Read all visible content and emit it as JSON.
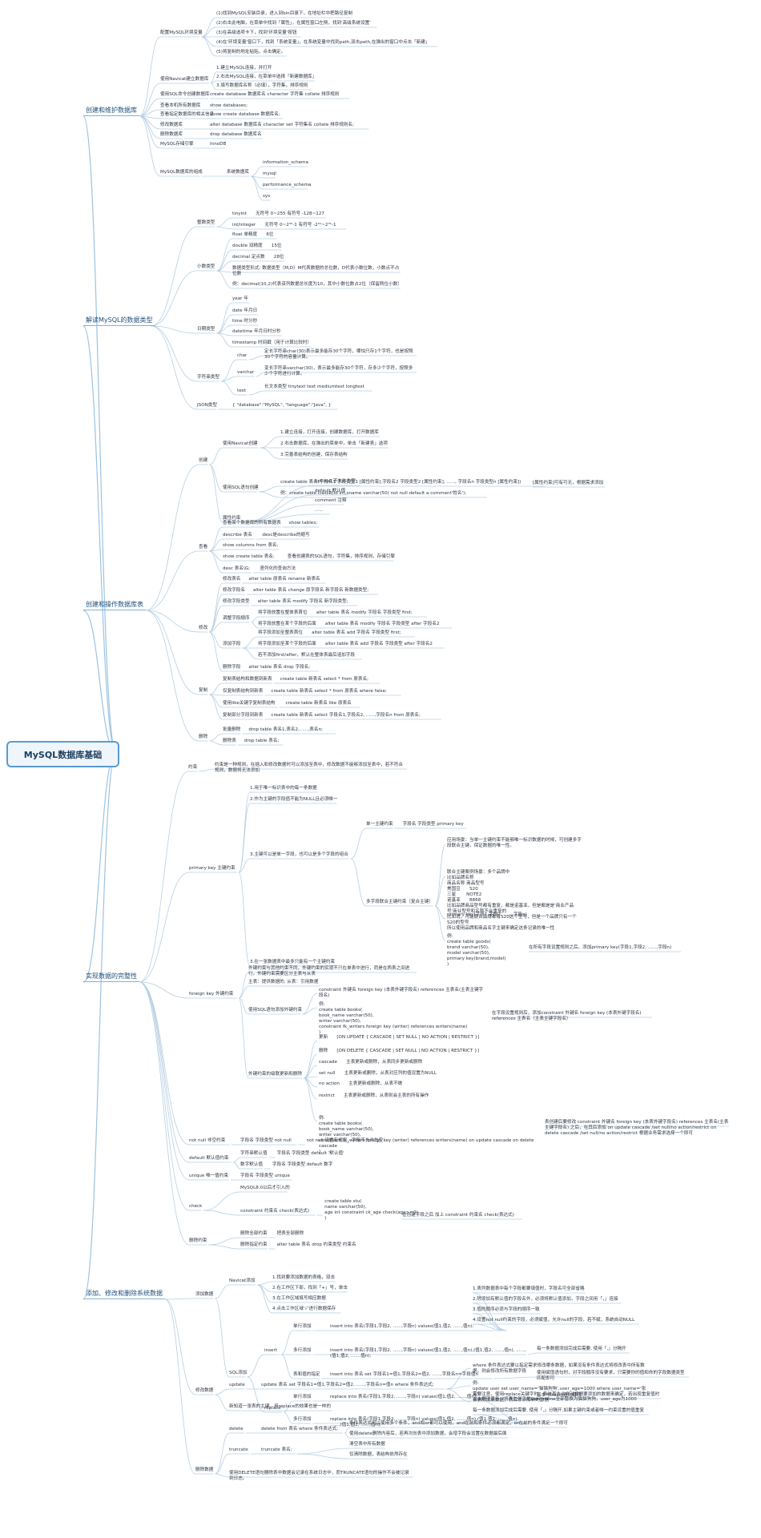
{
  "root": "MySQL数据库基础",
  "sections": [
    {
      "title": "创建和维护数据库",
      "items": [
        {
          "label": "配置MySQL环境变量",
          "children": [
            "(1)找到MySQL安装目录，进入到bin目录下，在地址栏中把路径复制",
            "(2)右击此电脑，在菜单中找到「属性」，在属性窗口左侧，找到'高级系统设置'",
            "(3)在高级选项卡下，找到'环境变量'按钮",
            "(4)在'环境变量'窗口下，找到「系统变量」，在系统变量中找到path,双击path,在弹出的窗口中点击「新建」",
            "(5)将复制的地址粘贴，点击确定。"
          ]
        },
        {
          "label": "使用Navicat建立数据库",
          "children": [
            "1.建立MySQL连接，并打开",
            "2.右击MySQL连接，在菜单中选择「新建数据库」",
            "3.填写数据库名称（必填），字符集，排序规则"
          ]
        },
        {
          "label": "使用SQL命令创建数据库",
          "value": "create database 数据库名 character 字符集 collate 排序规则"
        },
        {
          "label": "查看本机所有数据库",
          "value": "show databases;"
        },
        {
          "label": "查看指定数据库的相关信息",
          "value": "show create database 数据库名;"
        },
        {
          "label": "修改数据库",
          "value": "alter database 数据库名 character set 字符集名 collate 排序规则名;"
        },
        {
          "label": "删除数据库",
          "value": "drop database 数据库名"
        },
        {
          "label": "MySQL存储引擎",
          "value": "InnoDB"
        },
        {
          "label": "MySQL数据库的组成",
          "sub": "系统数据库",
          "children": [
            "information_schema",
            "mysql",
            "performance_schema",
            "sys"
          ]
        }
      ]
    },
    {
      "title": "解读MySQL的数据类型",
      "groups": [
        {
          "label": "整数类型",
          "children": [
            "tinyint　　无符号 0~255 有符号 -128~127",
            "int/integer　　无符号 0~2³²-1 有符号 -2³¹~2³¹-1"
          ]
        },
        {
          "label": "小数类型",
          "children": [
            "float 单精度　　6位",
            "double 双精度　　15位",
            "decimal 定点数　　28位",
            "数据类型形式: 数据类型（M,D）M代表数据的总位数，D代表小数位数，小数点不占位数",
            "例：decimal(10,2)代表该列数据总长度为10，其中小数位数占2位（保留两位小数）"
          ]
        },
        {
          "label": "日期类型",
          "children": [
            "year 年",
            "date 年月日",
            "time 时分秒",
            "datetime 年月日时分秒",
            "timestamp 时间戳（用于计算比较时）"
          ]
        },
        {
          "label": "字符串类型",
          "children": [
            {
              "k": "char",
              "v": "定长字符串char(30)表示最多能存30个字符，哪怕只存1个字符，也是按照30个字符的容量计算。"
            },
            {
              "k": "varchar",
              "v": "变长字符串varchar(30)，表示最多能存30个字符，存多少个字符，按照多少个字符进行计算。"
            },
            {
              "k": "text",
              "v": "长文本类型 tinytext text mediumtext longtext"
            }
          ]
        },
        {
          "label": "JSON类型",
          "children": [
            "{ \"database\":\"MySQL\", \"language\":\"Java\", }"
          ]
        }
      ]
    },
    {
      "title": "创建和操作数据库表",
      "groups": [
        {
          "label": "创建",
          "children": [
            {
              "k": "使用Navicat创建",
              "v": [
                "1.建立连接，打开连接，创建数据库，打开数据库",
                "2.右击数据库，在弹出的菜单中，单击「新建表」选项",
                "3.完善表结构的创建，保存表结构"
              ]
            },
            {
              "k": "使用SQL语句创建",
              "v": [
                "create table 表名(字段名1 字段类型1 [属性约束],字段名2 字段类型2 [属性约束], ......, 字段名n 字段类型n [属性约束])",
                "例：create table classB(id int,sname varchar(50) not null default a comment'姓名');"
              ],
              "note": "[属性约束]可有可无，根据需求添加"
            },
            {
              "k": "属性约束",
              "v": [
                "not null 不允许为空",
                "default 默认值",
                "comment 注释",
                "......"
              ]
            }
          ]
        },
        {
          "label": "查看",
          "children": [
            {
              "k": "查看某个数据库的所有数据表",
              "v": "show tables;"
            },
            {
              "k": "describe 表名",
              "v": "desc是describe的缩写"
            },
            {
              "k": "show columns from 表名;",
              "v": ""
            },
            {
              "k": "show create table 表名;",
              "v": "查看创建表的SQL语句，字符集，排序规则，存储引擎"
            },
            {
              "k": "desc 表名\\G;",
              "v": "竖列化的查询方法"
            }
          ]
        },
        {
          "label": "修改",
          "children": [
            {
              "k": "修改表名",
              "v": "alter table 原表名 rename 新表名"
            },
            {
              "k": "修改字段名",
              "v": "alter table 表名 change 原字段名 新字段名 新数据类型;"
            },
            {
              "k": "修改字段类型",
              "v": "alter table 表名 modify 字段名 新字段类型;"
            },
            {
              "k": "调整字段顺序",
              "v": [
                "将字段放置在整体表首位　　alter table 表名 modify 字段名 字段类型 first;",
                "将字段放置在某个字段的后面　　alter table 表名 modify 字段名 字段类型 after 字段名2"
              ]
            },
            {
              "k": "添加字段",
              "v": [
                "将字段添加至整表首位　　alter table 表名 add 字段名 字段类型 first;",
                "将字段添加至某个字段的后面　　alter table 表名 add 字段名 字段类型 after 字段名2",
                "若不添加first/after，默认在整体表最后追加字段"
              ]
            },
            {
              "k": "删除字段",
              "v": "alter table 表名 drop 字段名;"
            }
          ]
        },
        {
          "label": "复制",
          "children": [
            {
              "k": "复制表结构和数据到新表",
              "v": "create table 新表名 select * from 原表名;"
            },
            {
              "k": "仅复制表结构到新表",
              "v": "create table 新表名 select * from 原表名 where false;"
            },
            {
              "k": "使用like关键字复制表结构",
              "v": "create table 新表名 like 原表名"
            },
            {
              "k": "复制部分字段到新表",
              "v": "create table 新表名 select 字段名1,字段名2, ......,字段名n from 原表名;"
            }
          ]
        },
        {
          "label": "删除",
          "children": [
            {
              "k": "批量删除",
              "v": "drop table 表名1,表名2,......,表名n;"
            },
            {
              "k": "删除表",
              "v": "drop table 表名;"
            }
          ]
        }
      ]
    },
    {
      "title": "实现数据的完整性",
      "groups": [
        {
          "label": "约束",
          "text": "约束是一种规则，在插入和修改数据时可以添加至表中，修改数据不能够添加至表中，若不符合规则，数据将无法添加"
        },
        {
          "label": "primary key 主键约束",
          "children": [
            "1.用于唯一标识表中的每一条数据",
            "2.作为主键的字段值不能为NULL且必须唯一",
            {
              "k": "3.主键可以是单一字段，也可以是多个字段的组合",
              "sub": [
                {
                  "k": "单一主键约束",
                  "v": "字段名 字段类型 primary key"
                },
                {
                  "k": "多字段联合主键约束（复合主键）",
                  "v": [
                    "应用场景：当单一主键约束不能够唯一标识数据的时候，可创建多字段联合主键，保证数据的唯一性。",
                    "联合主键案例场景：多个品牌中\n比如品牌名称\n商品名称 商品型号\n美国豆　　S20\n三星　　 NOTE2\n诺基亚　　8868\n比如品牌商品型号都有重复，都是诺基亚，但是都是是'商业产品号'商业型号和名称不会重复的\n比如说，可能联合品牌都有S20这个型号，但是一个品牌只有一个S20的型号\n所以使用品牌和商品名字主键来确定这条记录的唯一性",
                    "primary key(字段1,字段2, ......,字段n)",
                    "例:\ncreate table goods(\nbrand varchar(50),\nmodel varchar(50),\nprimary key(brand,model)\n)"
                  ],
                  "note": "在所有字段设置规则之后，添加primary key(字段1,字段2, ......,字段n)"
                }
              ]
            },
            "3.在一张数据表中最多只能有一个主键约束"
          ]
        },
        {
          "label": "foreign key 外键约束",
          "children": [
            "外键约束与其他约束不同，外键约束的实现不只在单表中进行，而是在两表之间进行。外键约束需要区分主表与从表",
            "主表：提供数据的, 从表：引用数据",
            {
              "k": "使用SQL语句添加外键约束",
              "v": [
                "constraint 外键名 foreign key (本表外键字段名) references 主表名(主表主键字段名)",
                "例:\ncreate table books(\nbook_name varchar(50),\nwriter varchar(50),\nconstraint fk_writers foreign key (writer) references writers(name)\n)"
              ],
              "note": "在字段设置规则后，添加constraint 外键名 foreign key (本表外键字段名) references 主表名（主表主键字段名）"
            },
            {
              "k": "外键约束的级联更新和删除",
              "v": [
                "更新　　[ON UPDATE { CASCADE | SET NULL | NO ACTION | RESTRICT }]",
                "删除　　[ON DELETE { CASCADE | SET NULL | NO ACTION | RESTRICT }]",
                "cascade　　主表更新或删除，从表同步更新或删除",
                "set null　　主表更新或删除，从表对应列的值设置为NULL",
                "no action　　主表更新或删除，从表不做",
                "restrict　　主表更新或删除，从表则会主表的所有操作",
                "例:\ncreate table books(\nbook_name varchar(50),\nwriter varchar(50),\nconstraint fk_writers foreign key (writer) references writers(name) on update cascade on delete cascade\n)"
              ],
              "note": "表创建后要修改 constraint 外键名 foreign key (本表外键字段名) references 主表名(主表主键字段名) 之后，在其后添加 on update cascade /set null/no action/restrict on delete cascade /set null/no action/restrict 根据业务需求选择一个即可"
            }
          ]
        },
        {
          "label": "not null 非空约束",
          "children": [
            {
              "k": "字段名 字段类型 not null",
              "v": "not null 设置有规定，字段不允许为空"
            }
          ]
        },
        {
          "label": "default 默认值约束",
          "children": [
            {
              "k": "字符串默认值",
              "v": "字段名 字段类型 default '默认值'"
            },
            {
              "k": "数字默认值",
              "v": "字段名 字段类型 default 数字"
            }
          ]
        },
        {
          "label": "unique 唯一值约束",
          "children": [
            "字段名 字段类型 unique"
          ]
        },
        {
          "label": "check",
          "children": [
            "MySQL8.0以后才引入的",
            {
              "k": "constraint 约束名 check(表达式)",
              "v": "create table stu(\nname varchar(50),\nage int constraint ck_age check(age>=0)\n)",
              "note": "在创建字段之后 加上 constraint 约束名 check(表达式)"
            }
          ]
        },
        {
          "label": "删除约束",
          "children": [
            {
              "k": "删除全部约束",
              "v": "把表全部删除"
            },
            {
              "k": "删除指定约束",
              "v": "alter table 表名 drop 约束类型 约束名"
            }
          ]
        }
      ]
    },
    {
      "title": "添加、修改和删除系统数据",
      "groups": [
        {
          "label": "添加数据",
          "children": [
            {
              "k": "Navicat添加",
              "v": [
                "1.找到要添加数据的表格，双击",
                "2.在工作区下部，找到「+」号，单击",
                "3.在工作区域填写相应数据",
                "4.点击工作区域'√'进行数据保存"
              ]
            },
            {
              "k": "SQL添加",
              "sub": [
                {
                  "k": "insert",
                  "rows": [
                    {
                      "k": "单行添加",
                      "v": "insert into 表名(字段1,字段2, ......,字段n) values(值1,值2, ......,值n);",
                      "notes": [
                        "1.表列数据表中每个字段都要填值时，字段名可全部省略",
                        "2.除添加有默认值的字段名外，必须将默认值添加，字段之间用「，」连接",
                        "3.值的顺序必须与字段的顺序一致",
                        "4.设置not null约束的字段，必须赋值，允许null的字段，若不赋，系统自动NULL"
                      ]
                    },
                    {
                      "k": "多行添加",
                      "v": "insert into 表名(字段1,字段2, ......,字段n) values(值1,值2, ......,值n),(值1,值2, ......,值n), ......,(值1,值2, ......,值n);",
                      "note": "每一条数据添加完成后需要, 使用「,」分隔开"
                    },
                    {
                      "k": "表和值的指定",
                      "v": "insert into 表名 set 字段名1=值1,字段名2=值2, ......,字段名n=字段值n",
                      "note": "使用赋值语句时，对字段顺序没有要求，只需要你的值和你的字段数据类型匹配即可"
                    }
                  ]
                },
                {
                  "k": "replace",
                  "rows": [
                    {
                      "k": "单行添加",
                      "v": "replace into 表名(字段1,字段2, ......,字段n) values(值1,值2, ......,值n);",
                      "note": "基本与insert语句相同"
                    },
                    {
                      "k": "多行添加",
                      "v": "replace into 表名(字段1,字段2, ......,字段n) values(值1,值2, ......,值n),(值1,值2, ......,值n), ......,(值1,值2, ......,值n);",
                      "notes": [
                        "需要注意，使用replace关键字时，系统首先会尝试根据要添加的数据来确定，若出现重复值时会删除掉原数据，然后才添加新的数据",
                        "每一条数据添加完成后需要, 使用「,」分隔开,如果主键约束或者唯一约束设置的值重复"
                      ]
                    }
                  ]
                }
              ]
            }
          ]
        },
        {
          "label": "修改数据",
          "children": [
            {
              "k": "update",
              "v": "update 表名 set 字段名1=值1,字段名2=值2, ......,字段名n=值n where 条件表达式;",
              "notes": [
                "where 条件表达式要以指定需求修改哪条数据，如果没有条件表达式将修改表中所有数据，则会修改所有数据字段",
                "例:\nupdate user set user_name='猫猫狗狗',user_age=1000 where user_name='张三'",
                "以上例子表示，将表为张三的user_name全部替换为猫猫狗狗，user_age为1000"
              ]
            },
            {
              "k": "新知道一张表的主键，用replace的效果也是一样的",
              "v": ""
            }
          ]
        },
        {
          "label": "删除数据",
          "children": [
            {
              "k": "delete",
              "v": "delete from 表名 where 条件表达式;",
              "notes": [
                "条件表达式可以使用多个条件，and和or都可以使用，and在前和条件必须都满足，or在前的条件满足一个即可",
                "使用delete删除内容后，若再次向表中添加数据，会增字段会设置在数据最后面"
              ]
            },
            {
              "k": "truncate",
              "v": "truncate 表名;",
              "notes": [
                "清空表中所有数据",
                "仅清除数据，表结构依然存在"
              ]
            },
            {
              "k": "使用DELETE语句删除表中数据会记录在系统日志中，而TRUNCATE语句的操作不会被记录到日志。",
              "v": ""
            }
          ]
        }
      ]
    }
  ]
}
